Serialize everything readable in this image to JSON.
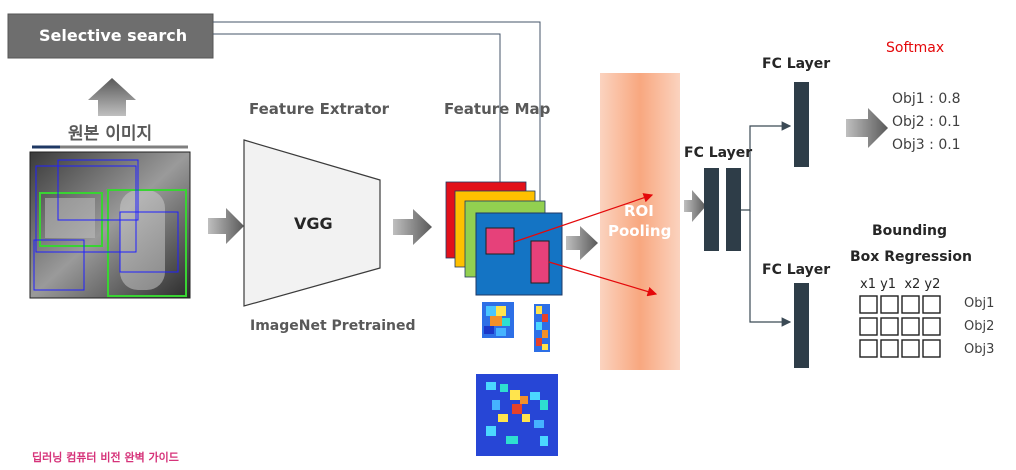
{
  "selective_search": "Selective search",
  "original_image_label": "원본 이미지",
  "feature_extractor_label": "Feature Extrator",
  "vgg_label": "VGG",
  "imagenet_label": "ImageNet Pretrained",
  "feature_map_label": "Feature Map",
  "roi_pooling_line1": "ROI",
  "roi_pooling_line2": "Pooling",
  "fc_layer_mid": "FC Layer",
  "fc_layer_top": "FC Layer",
  "fc_layer_bottom": "FC Layer",
  "softmax_label": "Softmax",
  "softmax_outputs": [
    "Obj1 : 0.8",
    "Obj2 : 0.1",
    "Obj3 : 0.1"
  ],
  "bbox_title_line1": "Bounding",
  "bbox_title_line2": "Box Regression",
  "bbox_columns": "x1 y1  x2 y2",
  "bbox_rows": [
    "Obj1",
    "Obj2",
    "Obj3"
  ],
  "footer": "딥러닝 컴퓨터 비전 완벽 가이드",
  "colors": {
    "roi_box": "#f9b896",
    "fc_bar": "#2e3d48",
    "arrow_gray": "#7f7f7f",
    "fm_red": "#e2101a",
    "fm_yellow": "#ffc000",
    "fm_green": "#92d050",
    "fm_blue": "#1474c4",
    "roi_pink": "#e6417a",
    "softmax_red": "#e4080a"
  }
}
